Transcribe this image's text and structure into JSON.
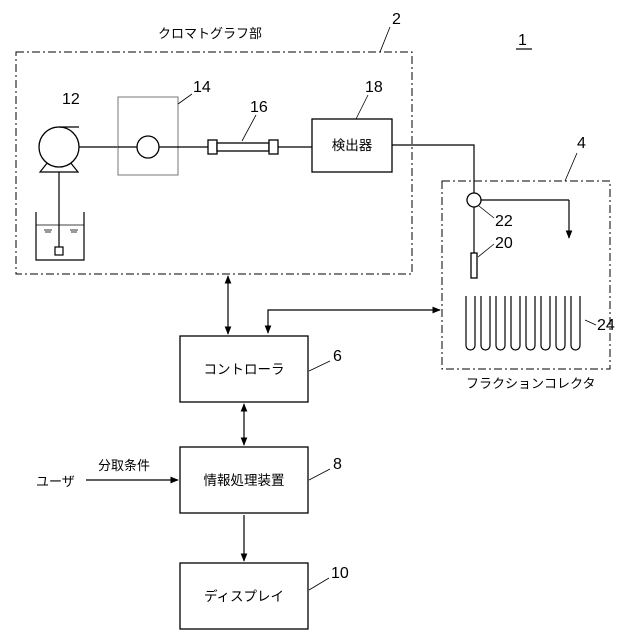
{
  "system_number": "1",
  "chromatograph": {
    "title": "クロマトグラフ部",
    "number": "2"
  },
  "fraction_collector": {
    "title": "フラクションコレクタ",
    "number": "4"
  },
  "controller": {
    "label": "コントローラ",
    "number": "6"
  },
  "info_processor": {
    "label": "情報処理装置",
    "number": "8"
  },
  "display": {
    "label": "ディスプレイ",
    "number": "10"
  },
  "pump": {
    "number": "12"
  },
  "injector": {
    "number": "14"
  },
  "column": {
    "number": "16"
  },
  "detector": {
    "label": "検出器",
    "number": "18"
  },
  "nozzle": {
    "number": "20"
  },
  "valve": {
    "number": "22"
  },
  "tubes": {
    "number": "24",
    "count": 8
  },
  "user": {
    "label": "ユーザ"
  },
  "conditions": {
    "label": "分取条件"
  }
}
